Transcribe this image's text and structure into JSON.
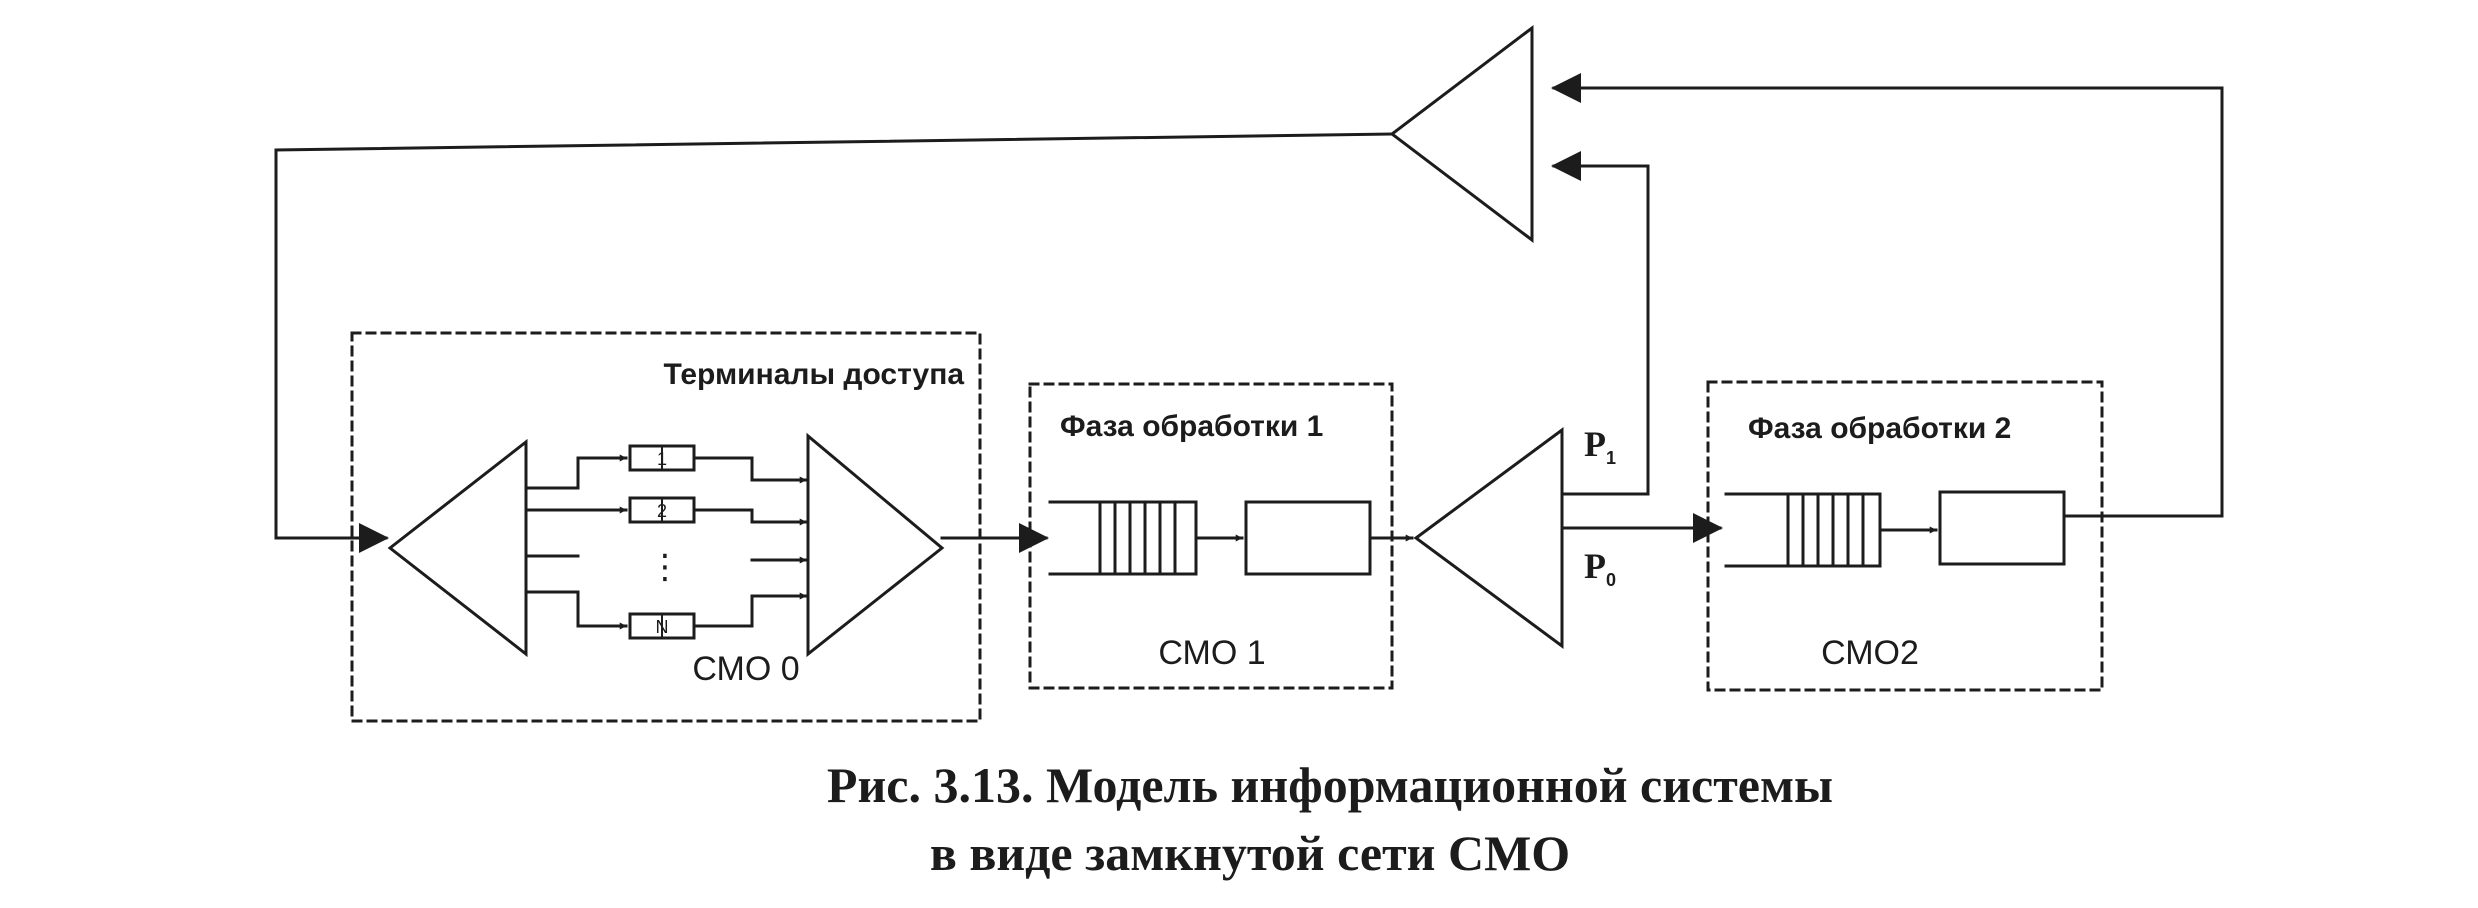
{
  "diagram": {
    "smo0": {
      "title": "Терминалы доступа",
      "label": "СМО 0",
      "terminals": [
        "1",
        "2",
        "N"
      ],
      "ellipsis": "⋮"
    },
    "smo1": {
      "title": "Фаза обработки 1",
      "label": "СМО 1"
    },
    "smo2": {
      "title": "Фаза обработки 2",
      "label": "СМО2"
    },
    "branch": {
      "p1": "P",
      "p1_sub": "1",
      "p0": "P",
      "p0_sub": "0"
    }
  },
  "caption": {
    "line1": "Рис. 3.13. Модель информационной системы",
    "line2": "в виде замкнутой сети СМО"
  }
}
